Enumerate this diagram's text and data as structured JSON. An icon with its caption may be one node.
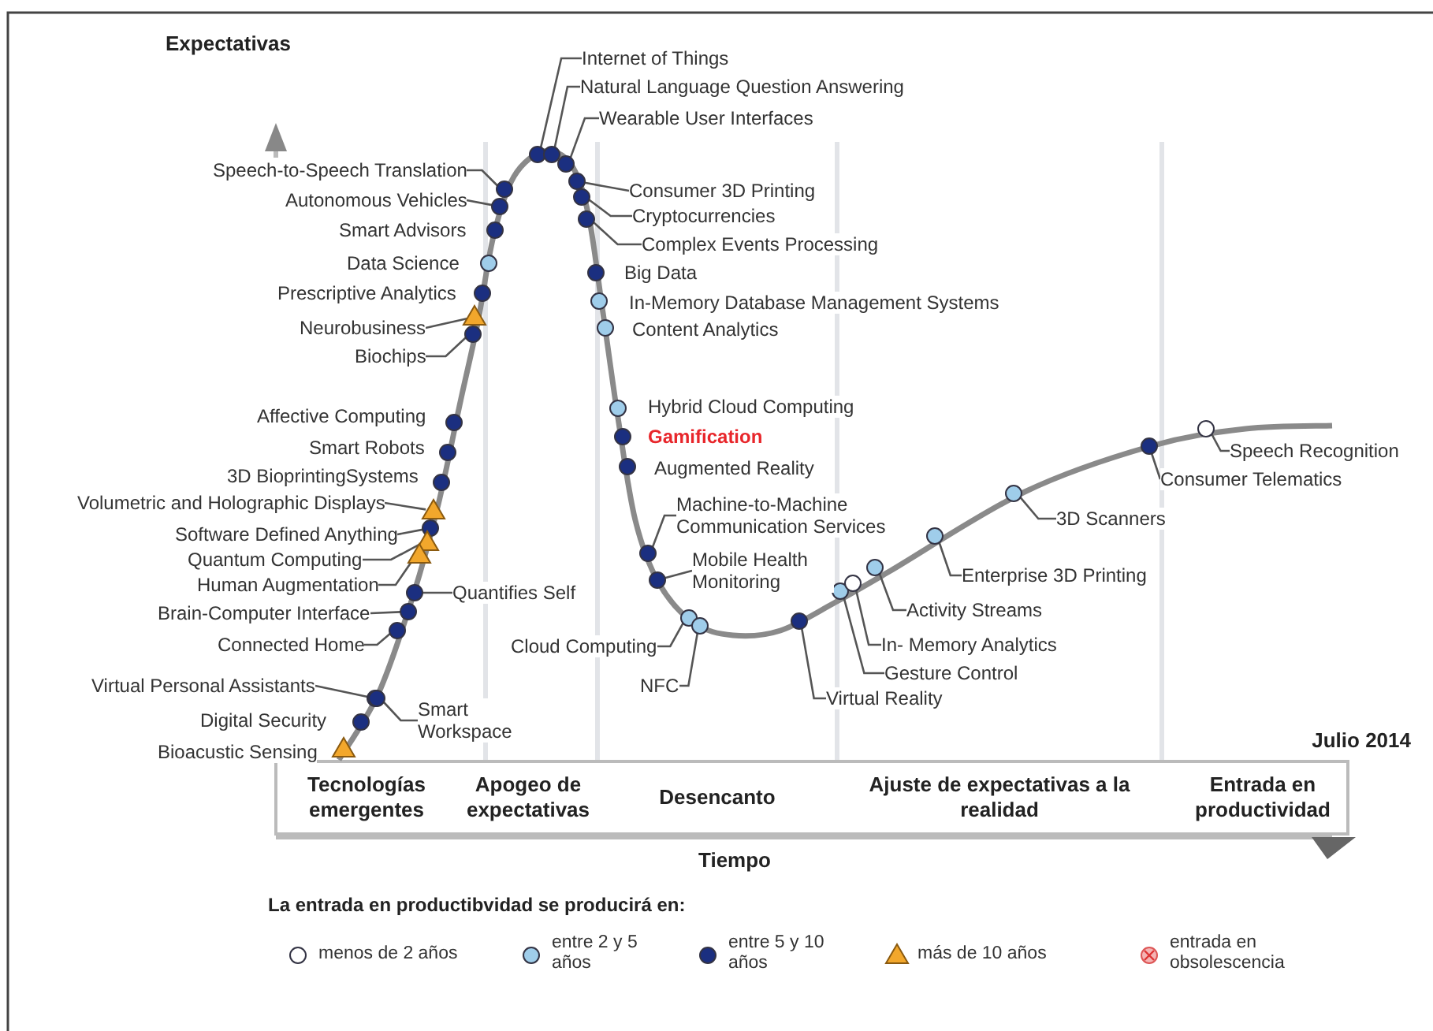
{
  "diagram": {
    "nodes": [
      {
        "text": [
          "Internet of Things"
        ]
      },
      {
        "text": [
          "Natural Language Question Answering"
        ]
      },
      {
        "text": [
          "Wearable User Interfaces"
        ]
      },
      {
        "text": [
          "Speech-to-Speech Translation"
        ]
      },
      {
        "text": [
          "Autonomous Vehicles"
        ]
      },
      {
        "text": [
          "Consumer 3D Printing"
        ]
      },
      {
        "text": [
          "Cryptocurrencies"
        ]
      },
      {
        "text": [
          "Smart Advisors"
        ]
      },
      {
        "text": [
          "Complex Events Processing"
        ]
      },
      {
        "text": [
          "Data Science"
        ]
      },
      {
        "text": [
          "Big Data"
        ]
      },
      {
        "text": [
          "Prescriptive Analytics"
        ]
      },
      {
        "text": [
          "In-Memory Database Management Systems"
        ]
      },
      {
        "text": [
          "Neurobusiness"
        ]
      },
      {
        "text": [
          "Content Analytics"
        ]
      },
      {
        "text": [
          "Biochips"
        ]
      },
      {
        "text": [
          "Hybrid Cloud Computing"
        ]
      },
      {
        "text": [
          "Affective Computing"
        ]
      },
      {
        "text": [
          "Gamification"
        ]
      },
      {
        "text": [
          "Smart Robots"
        ]
      },
      {
        "text": [
          "Augmented Reality"
        ]
      },
      {
        "text": [
          "3D BioprintingSystems"
        ]
      },
      {
        "text": [
          "Volumetric and Holographic Displays"
        ]
      },
      {
        "text": [
          "Machine-to-Machine Communication Services"
        ]
      },
      {
        "text": [
          "Software Defined Anything"
        ]
      },
      {
        "text": [
          "Quantum Computing"
        ]
      },
      {
        "text": [
          "Human Augmentation"
        ]
      },
      {
        "text": [
          "Quantifies Self"
        ]
      },
      {
        "text": [
          "Mobile Health Monitoring"
        ]
      },
      {
        "text": [
          "Brain-Computer Interface"
        ]
      },
      {
        "text": [
          "Connected Home"
        ]
      },
      {
        "text": [
          "Cloud Computing"
        ]
      },
      {
        "text": [
          "NFC"
        ]
      },
      {
        "text": [
          "Virtual Reality"
        ]
      },
      {
        "text": [
          "Gesture Control"
        ]
      },
      {
        "text": [
          "In- Memory Analytics"
        ]
      },
      {
        "text": [
          "Activity Streams"
        ]
      },
      {
        "text": [
          "Enterprise 3D Printing"
        ]
      },
      {
        "text": [
          "3D Scanners"
        ]
      },
      {
        "text": [
          "Virtual Personal Assistants"
        ]
      },
      {
        "text": [
          "Smart Workspace"
        ]
      },
      {
        "text": [
          "Digital Security"
        ]
      },
      {
        "text": [
          "Bioacustic Sensing"
        ]
      },
      {
        "text": [
          "Consumer Telematics"
        ]
      },
      {
        "text": [
          "Speech Recognition"
        ]
      },
      {
        "text": [],
        "shape": "circle"
      },
      {
        "text": [],
        "shape": "circle"
      },
      {
        "text": [],
        "shape": "circle"
      },
      {
        "text": [],
        "shape": "circle"
      },
      {
        "text": [],
        "shape": "circle"
      },
      {
        "text": [],
        "shape": "circle"
      },
      {
        "text": [],
        "shape": "circle"
      },
      {
        "text": [],
        "shape": "circle"
      },
      {
        "text": [],
        "shape": "circle"
      },
      {
        "text": [],
        "shape": "circle"
      },
      {
        "text": [],
        "shape": "circle"
      },
      {
        "text": [],
        "shape": "circle"
      },
      {
        "text": [],
        "shape": "circle"
      },
      {
        "text": [],
        "shape": "triangle"
      },
      {
        "text": [],
        "shape": "circle"
      },
      {
        "text": [],
        "shape": "circle"
      },
      {
        "text": [],
        "shape": "circle"
      },
      {
        "text": [],
        "shape": "circle"
      },
      {
        "text": [],
        "shape": "circle"
      },
      {
        "text": [],
        "shape": "circle"
      },
      {
        "text": [],
        "shape": "circle"
      },
      {
        "text": [],
        "shape": "circle"
      },
      {
        "text": [],
        "shape": "triangle"
      },
      {
        "text": [],
        "shape": "circle"
      },
      {
        "text": [],
        "shape": "circle"
      },
      {
        "text": [],
        "shape": "triangle"
      },
      {
        "text": [],
        "shape": "triangle"
      },
      {
        "text": [],
        "shape": "circle"
      },
      {
        "text": [],
        "shape": "circle"
      },
      {
        "text": [],
        "shape": "circle"
      },
      {
        "text": [],
        "shape": "circle"
      },
      {
        "text": [],
        "shape": "circle"
      },
      {
        "text": [],
        "shape": "circle"
      },
      {
        "text": [],
        "shape": "circle"
      },
      {
        "text": [],
        "shape": "circle"
      },
      {
        "text": [],
        "shape": "circle"
      },
      {
        "text": [],
        "shape": "circle"
      },
      {
        "text": [],
        "shape": "circle"
      },
      {
        "text": [],
        "shape": "circle"
      },
      {
        "text": [],
        "shape": "circle"
      },
      {
        "text": [],
        "shape": "circle"
      },
      {
        "text": [],
        "shape": "circle"
      },
      {
        "text": [],
        "shape": "triangle"
      },
      {
        "text": [],
        "shape": "circle"
      },
      {
        "text": [],
        "shape": "circle"
      }
    ],
    "edges": [
      {
        "from": 0,
        "to": 45,
        "arrow": "none"
      },
      {
        "from": 1,
        "to": 46,
        "arrow": "none"
      },
      {
        "from": 2,
        "to": 47,
        "arrow": "none"
      },
      {
        "from": 3,
        "to": 48,
        "arrow": "none"
      },
      {
        "from": 4,
        "to": 49,
        "arrow": "none"
      },
      {
        "from": 5,
        "to": 50,
        "arrow": "none"
      },
      {
        "from": 6,
        "to": 51,
        "arrow": "none"
      },
      {
        "from": 8,
        "to": 53,
        "arrow": "none"
      },
      {
        "from": 13,
        "to": 58,
        "arrow": "none"
      },
      {
        "from": 15,
        "to": 60,
        "arrow": "none"
      },
      {
        "from": 22,
        "to": 67,
        "arrow": "none"
      },
      {
        "from": 23,
        "to": 68,
        "arrow": "none"
      },
      {
        "from": 24,
        "to": 69,
        "arrow": "none"
      },
      {
        "from": 25,
        "to": 70,
        "arrow": "none"
      },
      {
        "from": 26,
        "to": 71,
        "arrow": "none"
      },
      {
        "from": 27,
        "to": 72,
        "arrow": "none"
      },
      {
        "from": 28,
        "to": 73,
        "arrow": "none"
      },
      {
        "from": 29,
        "to": 74,
        "arrow": "none"
      },
      {
        "from": 30,
        "to": 75,
        "arrow": "none"
      },
      {
        "from": 31,
        "to": 76,
        "arrow": "none"
      },
      {
        "from": 32,
        "to": 77,
        "arrow": "none"
      },
      {
        "from": 33,
        "to": 78,
        "arrow": "none"
      },
      {
        "from": 34,
        "to": 79,
        "arrow": "none"
      },
      {
        "from": 35,
        "to": 80,
        "arrow": "none"
      },
      {
        "from": 36,
        "to": 81,
        "arrow": "none"
      },
      {
        "from": 37,
        "to": 82,
        "arrow": "none"
      },
      {
        "from": 38,
        "to": 83,
        "arrow": "none"
      },
      {
        "from": 39,
        "to": 84,
        "arrow": "none"
      },
      {
        "from": 40,
        "to": 85,
        "arrow": "none"
      },
      {
        "from": 43,
        "to": 88,
        "arrow": "none"
      },
      {
        "from": 44,
        "to": 89,
        "arrow": "none"
      }
    ],
    "labels": [
      "Expectativas",
      "Julio 2014",
      "Tecnologías emergentes",
      "Apogeo de expectativas",
      "Desencanto",
      "Ajuste de expectativas a la realidad",
      "Entrada en productividad",
      "Tiempo",
      "La entrada en productibvidad se producirá en:"
    ],
    "legend": [
      {
        "text": "menos de 2 años",
        "color": "#ffffff"
      },
      {
        "text": "entre 2 y 5 años",
        "color": "#9fcdea"
      },
      {
        "text": "entre 5 y 10 años",
        "color": "#1b2f80"
      },
      {
        "text": "más de 10 años",
        "color": "#f2a72c"
      },
      {
        "text": "entrada en obsolescencia",
        "color": "#f4b4b4"
      }
    ]
  }
}
